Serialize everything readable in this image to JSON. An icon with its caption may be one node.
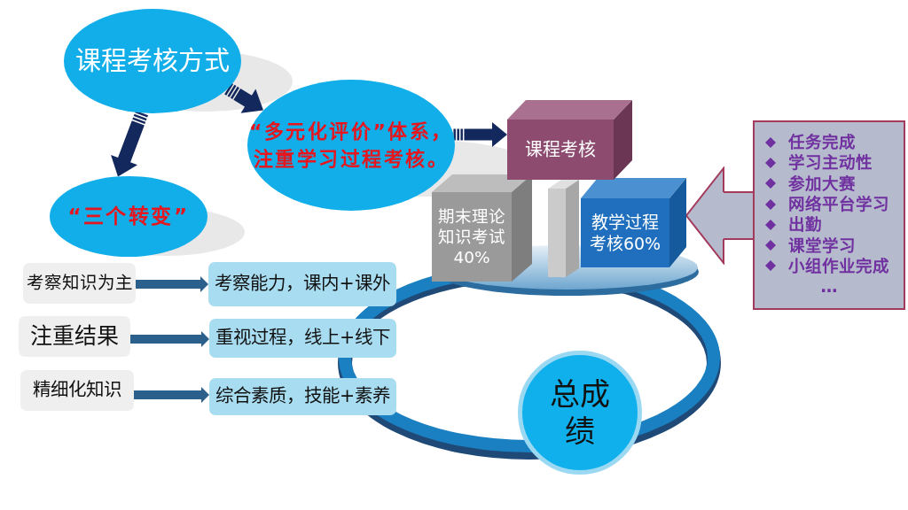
{
  "diagram": {
    "nodes": [
      {
        "text": [
          "课程考核方式"
        ]
      },
      {
        "text": [
          "“多元化评价”体系，注重学习过程考核。"
        ]
      },
      {
        "text": [
          "“三个转变”"
        ]
      },
      {
        "text": [
          "课程考核"
        ]
      },
      {
        "text": [
          "期末理论知识考试40%"
        ]
      },
      {
        "text": [],
        "shape": "box"
      },
      {
        "text": [
          "教学过程考核60%"
        ]
      },
      {
        "text": [
          "任务完成",
          "学习主动性",
          "参加大赛",
          "网络平台学习",
          "出勤",
          "课堂学习",
          "小组作业完成",
          "…"
        ]
      },
      {
        "text": [
          "考察知识为主"
        ]
      },
      {
        "text": [
          "考察能力，课内+课外"
        ]
      },
      {
        "text": [
          "注重结果"
        ]
      },
      {
        "text": [
          "重视过程，线上+线下"
        ]
      },
      {
        "text": [
          "精细化知识"
        ]
      },
      {
        "text": [
          "综合素质，技能+素养"
        ]
      },
      {
        "text": [
          "总成绩"
        ]
      }
    ],
    "edges": [
      {
        "from": 0,
        "to": 1,
        "arrow": "to",
        "color": "#13285c"
      },
      {
        "from": 0,
        "to": 2,
        "arrow": "to",
        "color": "#13285c"
      },
      {
        "from": 1,
        "to": 3,
        "arrow": "to",
        "color": "#13285c"
      },
      {
        "from": 7,
        "to": 6,
        "arrow": "to",
        "color": "#b5bbcd"
      },
      {
        "from": 8,
        "to": 9,
        "arrow": "to"
      },
      {
        "from": 10,
        "to": 11,
        "arrow": "to"
      },
      {
        "from": 12,
        "to": 13,
        "arrow": "to"
      }
    ]
  }
}
